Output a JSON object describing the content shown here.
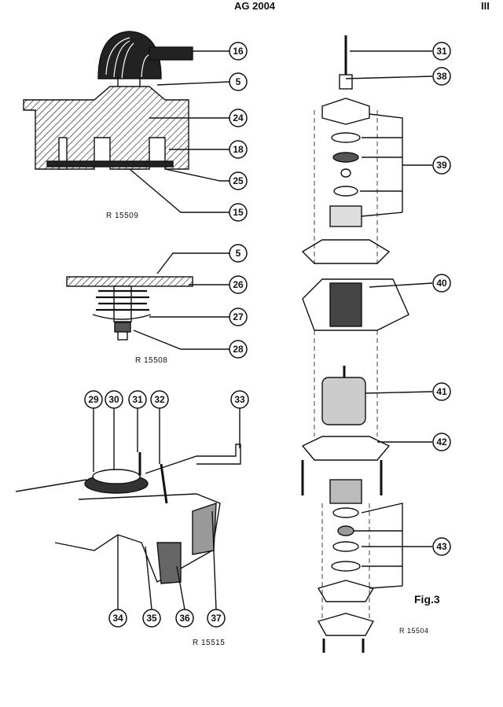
{
  "header": {
    "title": "AG 2004",
    "page": "III"
  },
  "figure_label": "Fig.3",
  "drawing_refs": [
    "R 15509",
    "R 15508",
    "R 15515",
    "R 15504"
  ],
  "callouts": [
    "16",
    "5",
    "24",
    "18",
    "25",
    "15",
    "5",
    "26",
    "27",
    "28",
    "29",
    "30",
    "31",
    "32",
    "33",
    "34",
    "35",
    "36",
    "37",
    "31",
    "38",
    "39",
    "40",
    "41",
    "42",
    "43"
  ]
}
